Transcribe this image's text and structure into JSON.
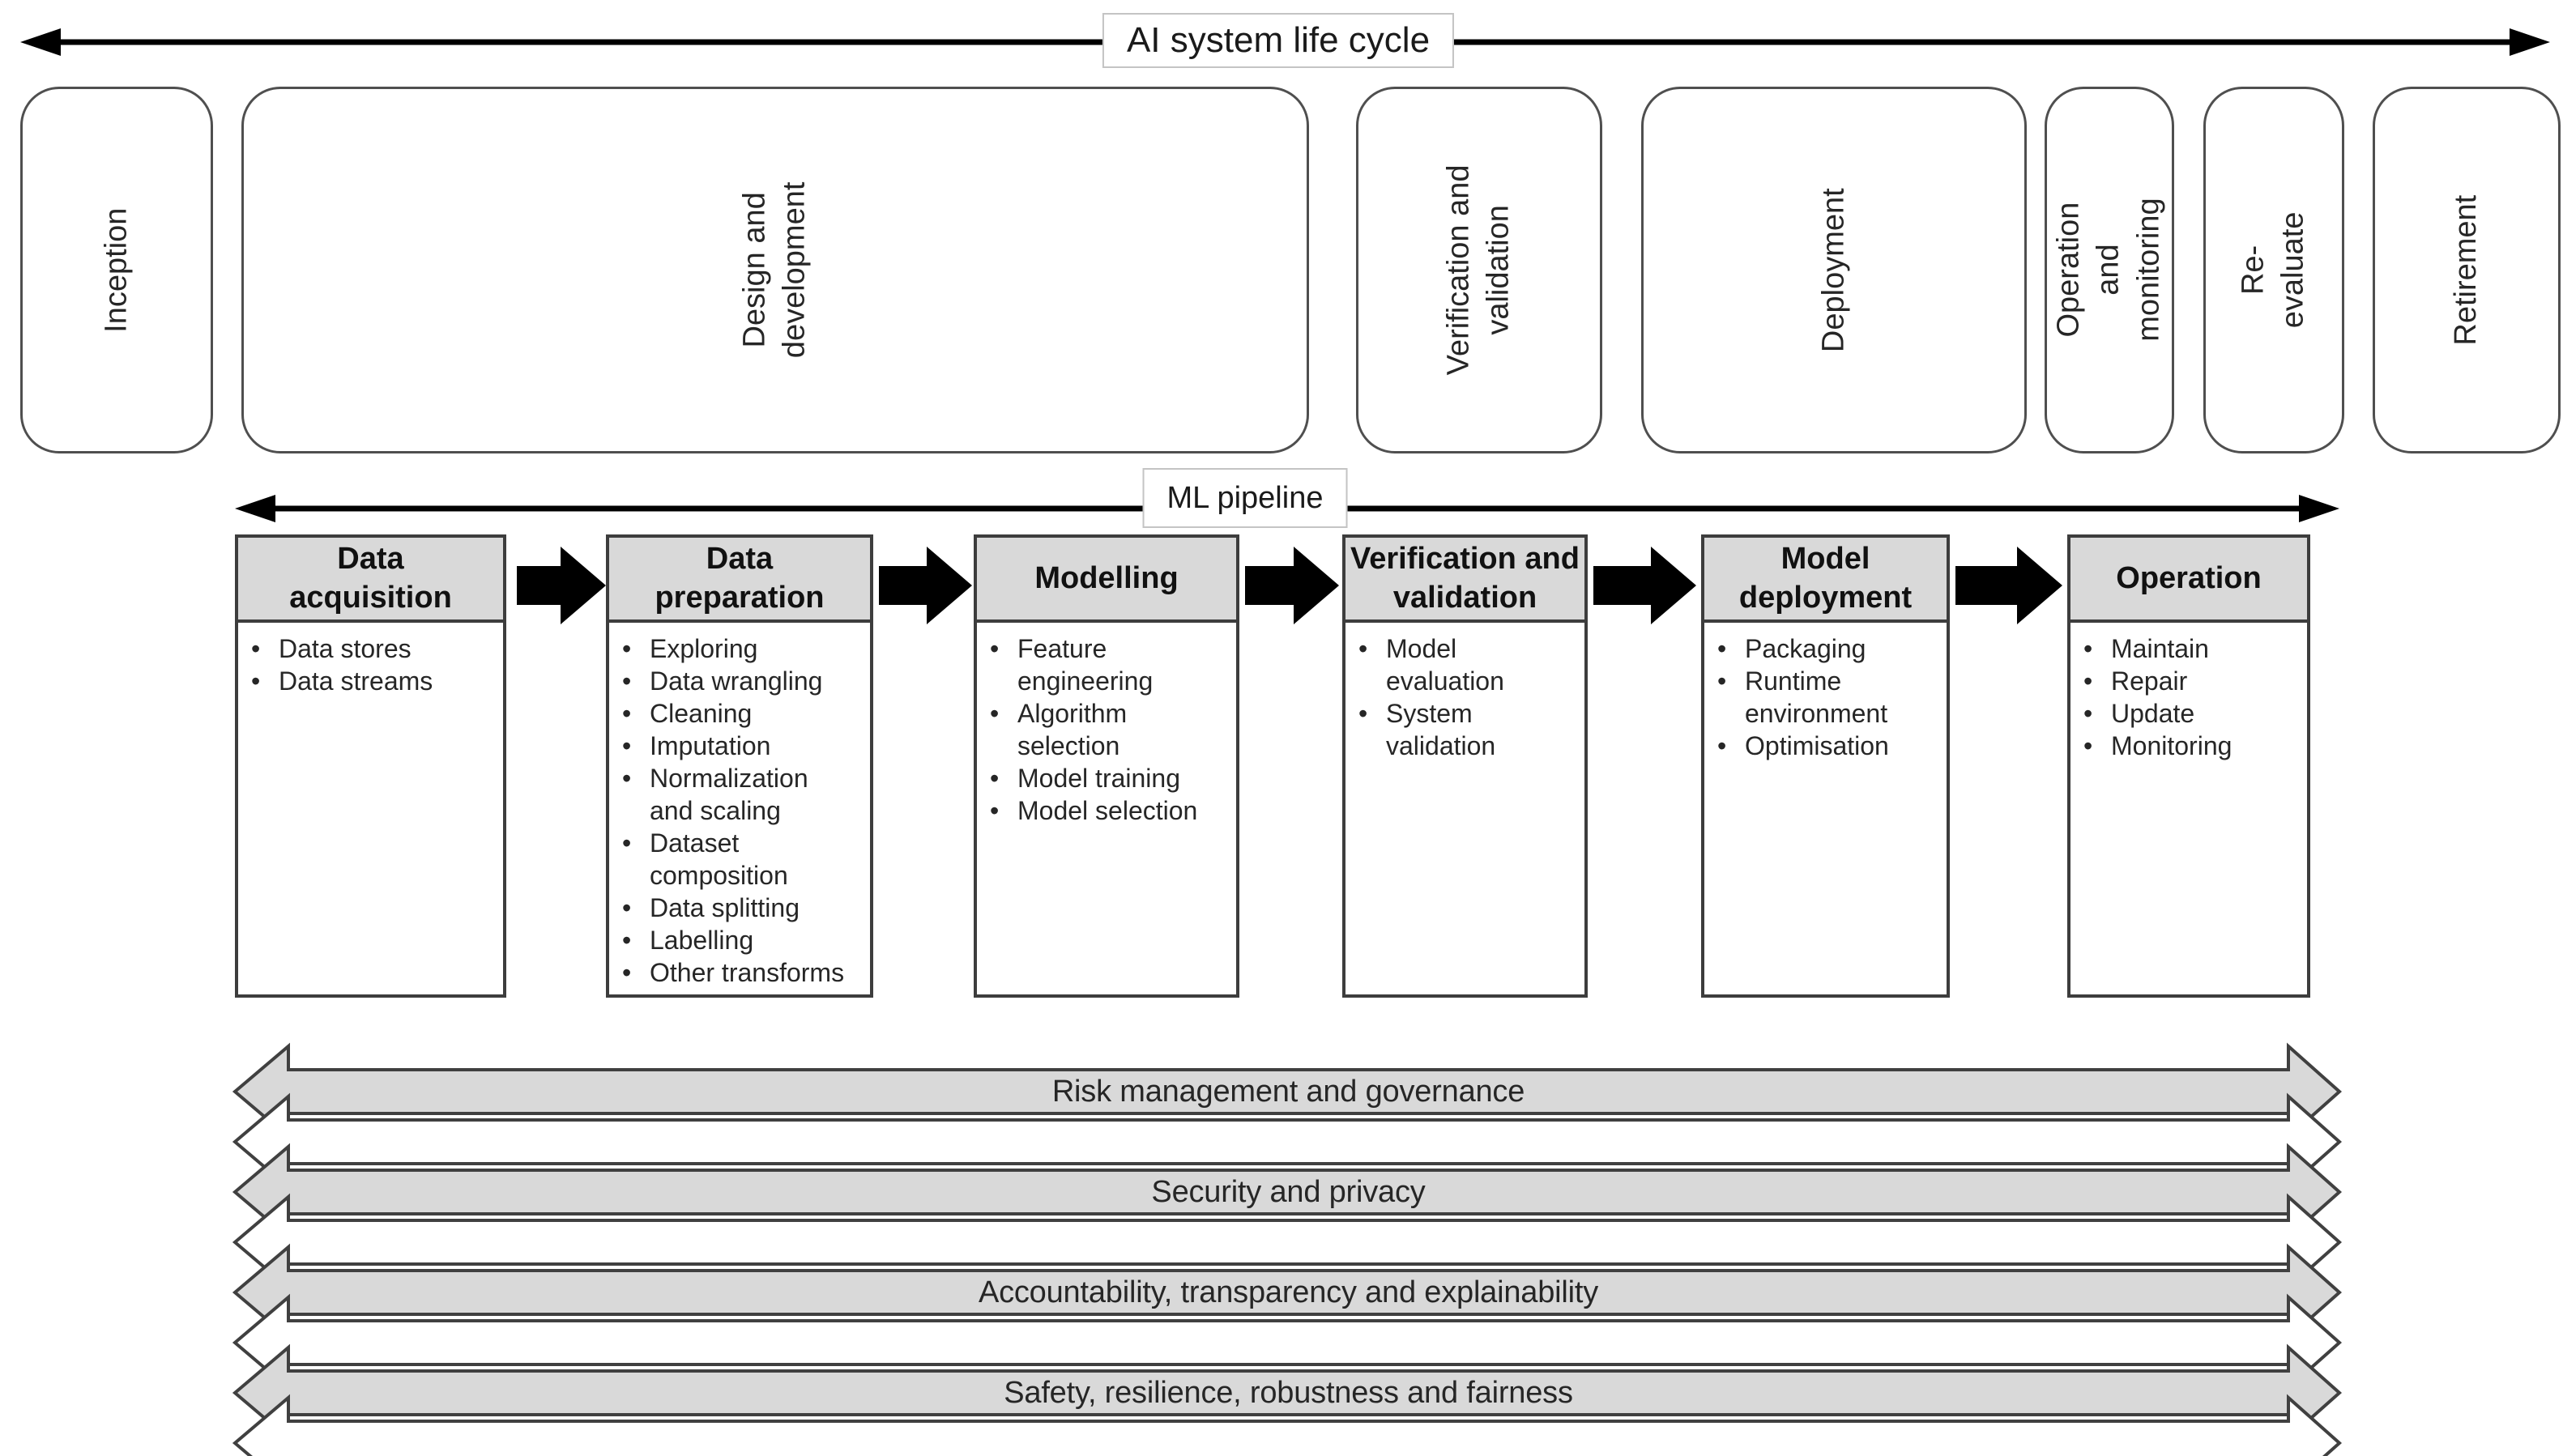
{
  "header": {
    "lifecycle_arrow_label": "AI system life cycle",
    "pipeline_arrow_label": "ML pipeline"
  },
  "lifecycle": {
    "stages": [
      {
        "label": "Inception"
      },
      {
        "label": "Design and\ndevelopment"
      },
      {
        "label": "Verification and\nvalidation"
      },
      {
        "label": "Deployment"
      },
      {
        "label": "Operation and\nmonitoring"
      },
      {
        "label": "Re-evaluate"
      },
      {
        "label": "Retirement"
      }
    ]
  },
  "pipeline": {
    "stages": [
      {
        "title": "Data\nacquisition",
        "items": [
          "Data stores",
          "Data streams"
        ]
      },
      {
        "title": "Data\npreparation",
        "items": [
          "Exploring",
          "Data wrangling",
          "Cleaning",
          "Imputation",
          "Normalization\nand scaling",
          "Dataset\ncomposition",
          "Data splitting",
          "Labelling",
          "Other transforms"
        ]
      },
      {
        "title": "Modelling",
        "items": [
          "Feature\nengineering",
          "Algorithm\nselection",
          "Model training",
          "Model selection"
        ]
      },
      {
        "title": "Verification and\nvalidation",
        "items": [
          "Model\nevaluation",
          "System\nvalidation"
        ]
      },
      {
        "title": "Model\ndeployment",
        "items": [
          "Packaging",
          "Runtime\nenvironment",
          "Optimisation"
        ]
      },
      {
        "title": "Operation",
        "items": [
          "Maintain",
          "Repair",
          "Update",
          "Monitoring"
        ]
      }
    ]
  },
  "banners": [
    {
      "label": "Risk management and governance"
    },
    {
      "label": "Security and privacy"
    },
    {
      "label": "Accountability, transparency and explainability"
    },
    {
      "label": "Safety, resilience, robustness and fairness"
    }
  ],
  "bullet_glyph": "•",
  "colors": {
    "banner_gray": "#d9d9d9",
    "header_gray": "#d9d9d9",
    "shape_border": "#404040",
    "arrow_black": "#000000"
  }
}
